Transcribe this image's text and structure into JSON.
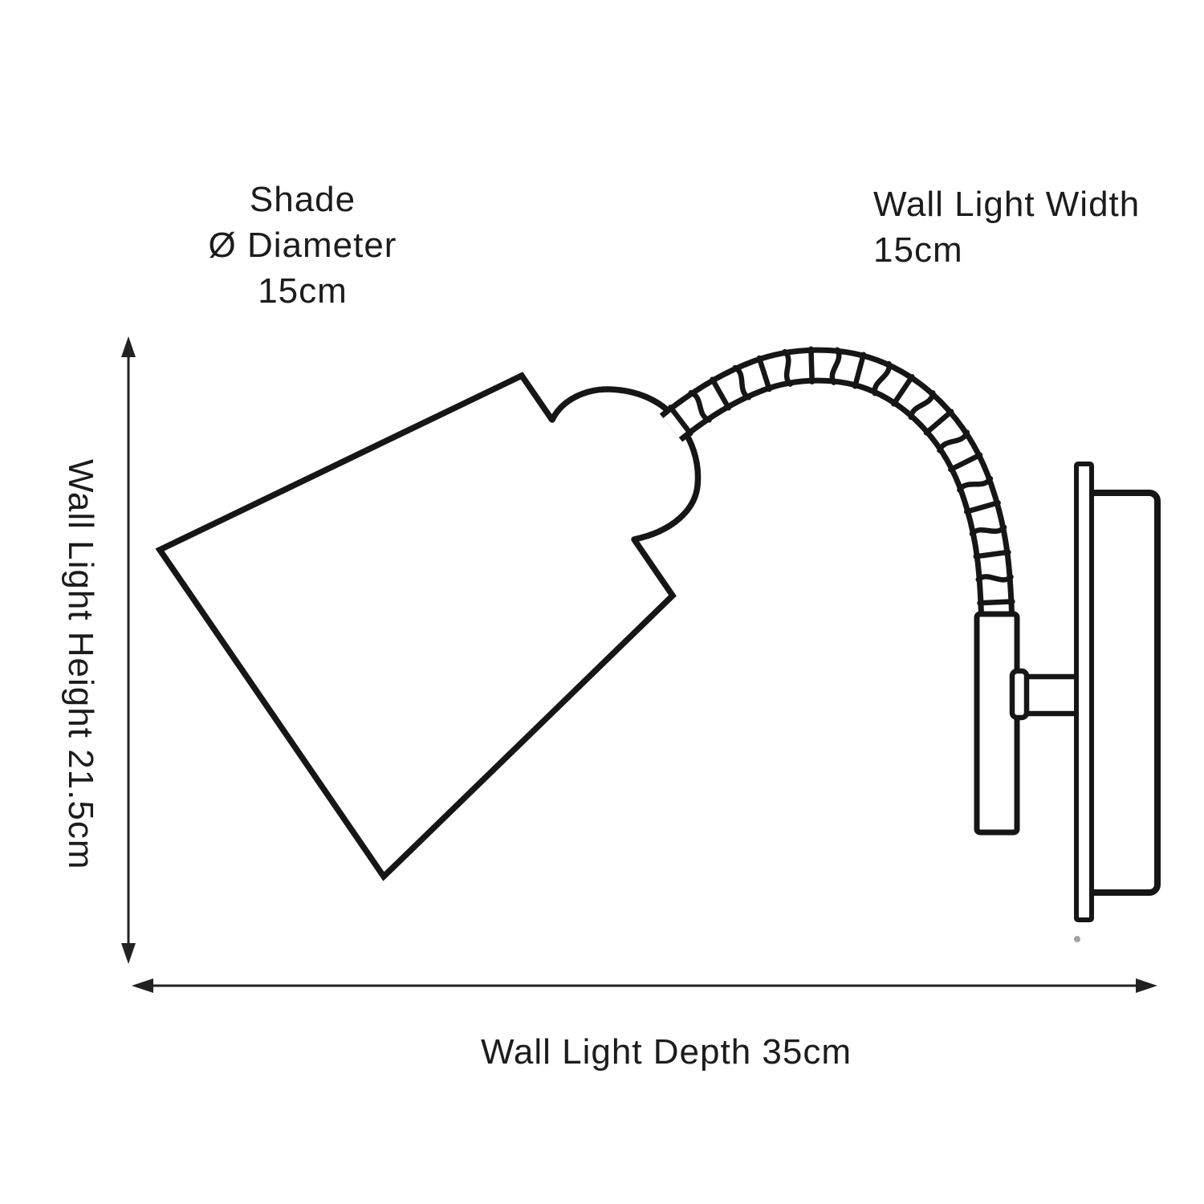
{
  "labels": {
    "shade_diameter": {
      "line1": "Shade",
      "line2": "Ø Diameter",
      "line3": "15cm"
    },
    "wall_light_width": {
      "line1": "Wall Light Width",
      "line2": "15cm"
    },
    "wall_light_height": {
      "text": "Wall Light Height 21.5cm"
    },
    "wall_light_depth": {
      "text": "Wall Light Depth 35cm"
    }
  },
  "dimensions": {
    "shade_diameter_cm": "15",
    "wall_light_width_cm": "15",
    "wall_light_height_cm": "21.5",
    "wall_light_depth_cm": "35"
  },
  "colors": {
    "line": "#161616",
    "dimension_line": "#222222",
    "text": "#1c1c1c",
    "background": "#ffffff"
  }
}
